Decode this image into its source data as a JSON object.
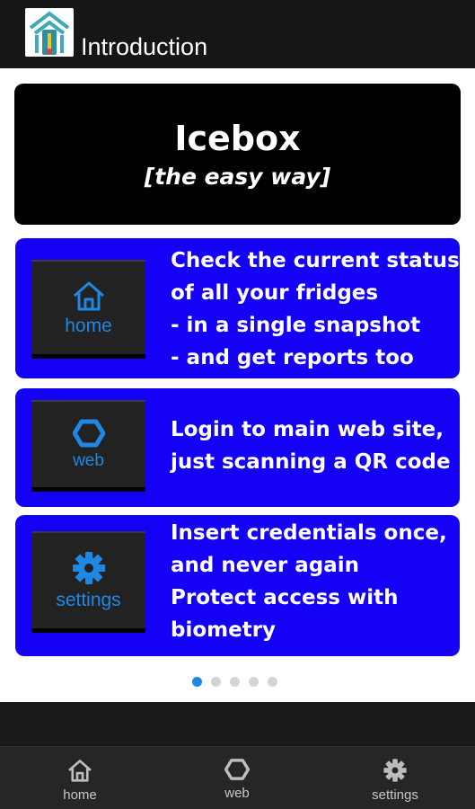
{
  "header": {
    "title": "Introduction",
    "logo_icon": "icebox-logo-icon"
  },
  "hero": {
    "title": "Icebox",
    "subtitle": "[the easy way]"
  },
  "cards": [
    {
      "icon": "home-icon",
      "label": "home",
      "lines": [
        "Check the current status",
        "of all your fridges",
        "- in a single snapshot",
        "- and get reports too"
      ]
    },
    {
      "icon": "hexagon-icon",
      "label": "web",
      "lines": [
        "Login to main web site,",
        "just scanning a QR code"
      ]
    },
    {
      "icon": "gear-icon",
      "label": "settings",
      "lines": [
        "Insert credentials once,",
        "and never again",
        "Protect access with",
        "biometry"
      ]
    }
  ],
  "pager": {
    "pages": 5,
    "current": 1
  },
  "bottom_nav": [
    {
      "icon": "home-icon",
      "label": "home"
    },
    {
      "icon": "hexagon-icon",
      "label": "web"
    },
    {
      "icon": "gear-icon",
      "label": "settings"
    }
  ],
  "colors": {
    "card_blue": "#1400f5",
    "accent_blue": "#1e88e5",
    "hero_black": "#000000",
    "header_dark": "#161616"
  }
}
